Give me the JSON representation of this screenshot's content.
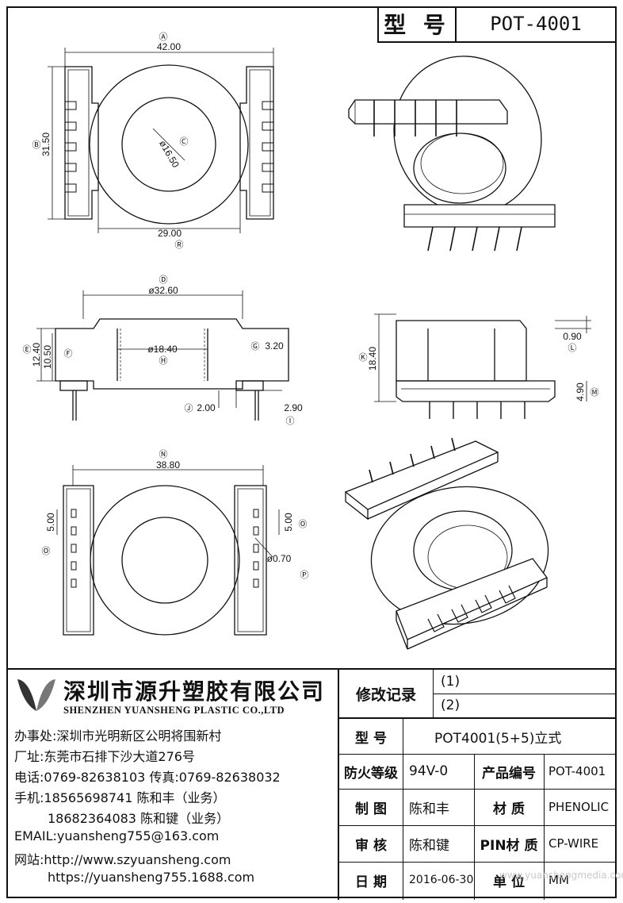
{
  "title_block": {
    "label": "型 号",
    "value": "POT-4001"
  },
  "drawing": {
    "top_view": {
      "A": "Ⓐ",
      "dim_A": "42.00",
      "B": "Ⓑ",
      "dim_B": "31.50",
      "C": "Ⓒ",
      "dim_C": "ø16.50",
      "R": "Ⓡ",
      "dim_R": "29.00"
    },
    "side_view": {
      "D": "Ⓓ",
      "dim_D": "ø32.60",
      "E": "Ⓔ",
      "dim_E": "12.40",
      "F": "Ⓕ",
      "dim_F": "10.50",
      "G": "Ⓖ",
      "dim_G": "3.20",
      "H": "Ⓗ",
      "dim_H": "ø18.40",
      "I": "Ⓘ",
      "dim_I": "2.90",
      "J": "Ⓙ",
      "dim_J": "2.00"
    },
    "end_view": {
      "K": "Ⓚ",
      "dim_K": "18.40",
      "L": "Ⓛ",
      "dim_L": "0.90",
      "M": "Ⓜ",
      "dim_M": "4.90"
    },
    "bottom_view": {
      "N": "Ⓝ",
      "dim_N": "38.80",
      "O": "Ⓞ",
      "dim_O": "5.00",
      "P": "Ⓟ",
      "dim_P": "ø0.70"
    }
  },
  "company": {
    "name_cn": "深圳市源升塑胶有限公司",
    "name_en": "SHENZHEN YUANSHENG PLASTIC CO.,LTD",
    "office": "办事处:深圳市光明新区公明将围新村",
    "factory": "厂址:东莞市石排下沙大道276号",
    "phone": "电话:0769-82638103 传真:0769-82638032",
    "mobile1": "手机:18565698741 陈和丰（业务）",
    "mobile2": "18682364083 陈和键（业务）",
    "email": "EMAIL:yuansheng755@163.com",
    "web1": "网站:http://www.szyuansheng.com",
    "web2": "https://yuansheng755.1688.com"
  },
  "revision": {
    "label": "修改记录",
    "r1": "(1)",
    "r2": "(2)"
  },
  "spec": {
    "model_label": "型 号",
    "model_value": "POT4001(5+5)立式",
    "fire_label": "防火等级",
    "fire_value": "94V-0",
    "code_label": "产品编号",
    "code_value": "POT-4001",
    "drawn_label": "制 图",
    "drawn_value": "陈和丰",
    "material_label": "材 质",
    "material_value": "PHENOLIC",
    "check_label": "审 核",
    "check_value": "陈和键",
    "pin_label": "PIN材 质",
    "pin_value": "CP-WIRE",
    "date_label": "日 期",
    "date_value": "2016-06-30",
    "unit_label": "单 位",
    "unit_value": "MM"
  },
  "watermark": "www.yuanshengmedia.com"
}
